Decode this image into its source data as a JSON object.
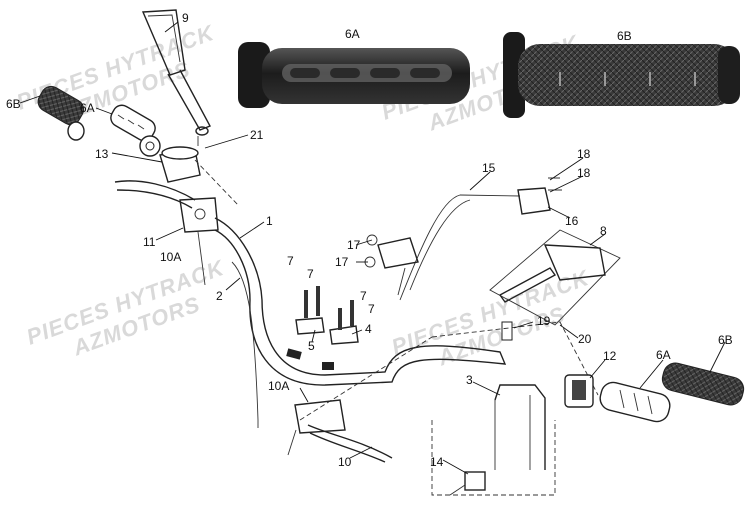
{
  "watermarks": [
    {
      "line1": "PIECES HYTRACK",
      "line2": "AZMOTORS"
    },
    {
      "line1": "PIECES HYTRACK",
      "line2": "AZMOTORS"
    },
    {
      "line1": "PIECES HYTRACK",
      "line2": "AZMOTORS"
    },
    {
      "line1": "PIECES HYTRACK",
      "line2": "AZMOTORS"
    }
  ],
  "labels": {
    "l9": "9",
    "l6a_top": "6A",
    "l6b_top": "6B",
    "l6b_left": "6B",
    "l6a_left": "6A",
    "l21": "21",
    "l13": "13",
    "l15": "15",
    "l18a": "18",
    "l18b": "18",
    "l16": "16",
    "l8": "8",
    "l1": "1",
    "l11": "11",
    "l10a_top": "10A",
    "l17a": "17",
    "l17b": "17",
    "l7a": "7",
    "l7b": "7",
    "l7c": "7",
    "l7d": "7",
    "l2": "2",
    "l5": "5",
    "l4": "4",
    "l19": "19",
    "l20": "20",
    "l12": "12",
    "l6a_right": "6A",
    "l6b_right": "6B",
    "l3": "3",
    "l10a_bot": "10A",
    "l10": "10",
    "l14": "14"
  }
}
